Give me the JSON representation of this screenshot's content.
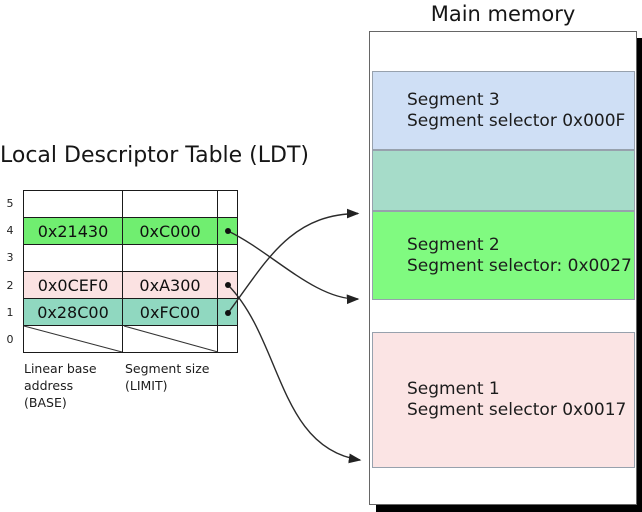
{
  "titles": {
    "memory": "Main memory",
    "ldt": "Local Descriptor Table (LDT)"
  },
  "ldt": {
    "rows": [
      {
        "label": "5",
        "base": "",
        "limit": ""
      },
      {
        "label": "4",
        "base": "0x21430",
        "limit": "0xC000"
      },
      {
        "label": "3",
        "base": "",
        "limit": ""
      },
      {
        "label": "2",
        "base": "0x0CEF0",
        "limit": "0xA300"
      },
      {
        "label": "1",
        "base": "0x28C00",
        "limit": "0xFC00"
      },
      {
        "label": "0",
        "base": "",
        "limit": ""
      }
    ],
    "base_note": {
      "line1": "Linear base",
      "line2": "address",
      "line3": "(BASE)"
    },
    "limit_note": {
      "line1": "Segment size",
      "line2": "(LIMIT)"
    }
  },
  "memory": {
    "segment3": {
      "title": "Segment 3",
      "selector": "Segment selector 0x000F"
    },
    "segment2": {
      "title": "Segment 2",
      "selector": "Segment selector: 0x0027"
    },
    "segment1": {
      "title": "Segment 1",
      "selector": "Segment selector 0x0017"
    }
  },
  "colors": {
    "ldt_green": "#70ee70",
    "ldt_pink": "#fbe2e2",
    "ldt_teal": "#90d8c0",
    "mem_blue": "#cfdff5",
    "mem_overlap": "#a6dcc9",
    "mem_green": "#80fa80",
    "mem_pink": "#fbe4e4"
  }
}
